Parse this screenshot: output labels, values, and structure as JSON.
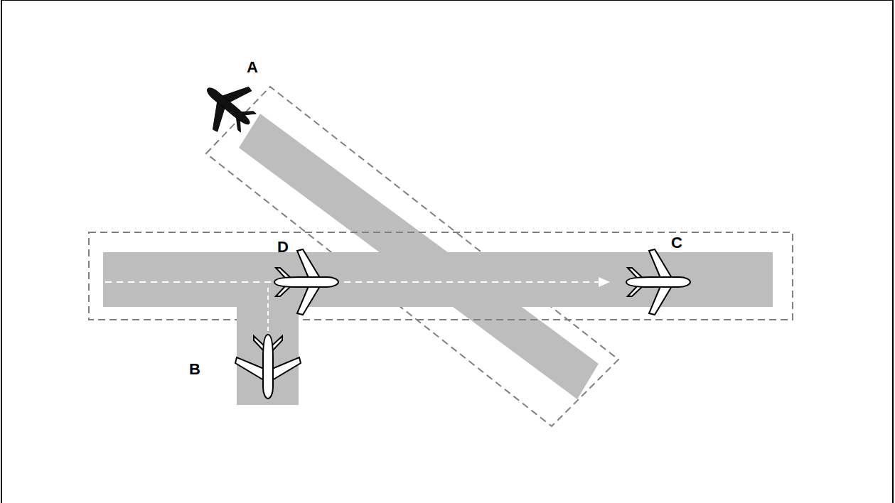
{
  "diagram": {
    "labels": [
      "A",
      "D",
      "C",
      "B"
    ]
  }
}
